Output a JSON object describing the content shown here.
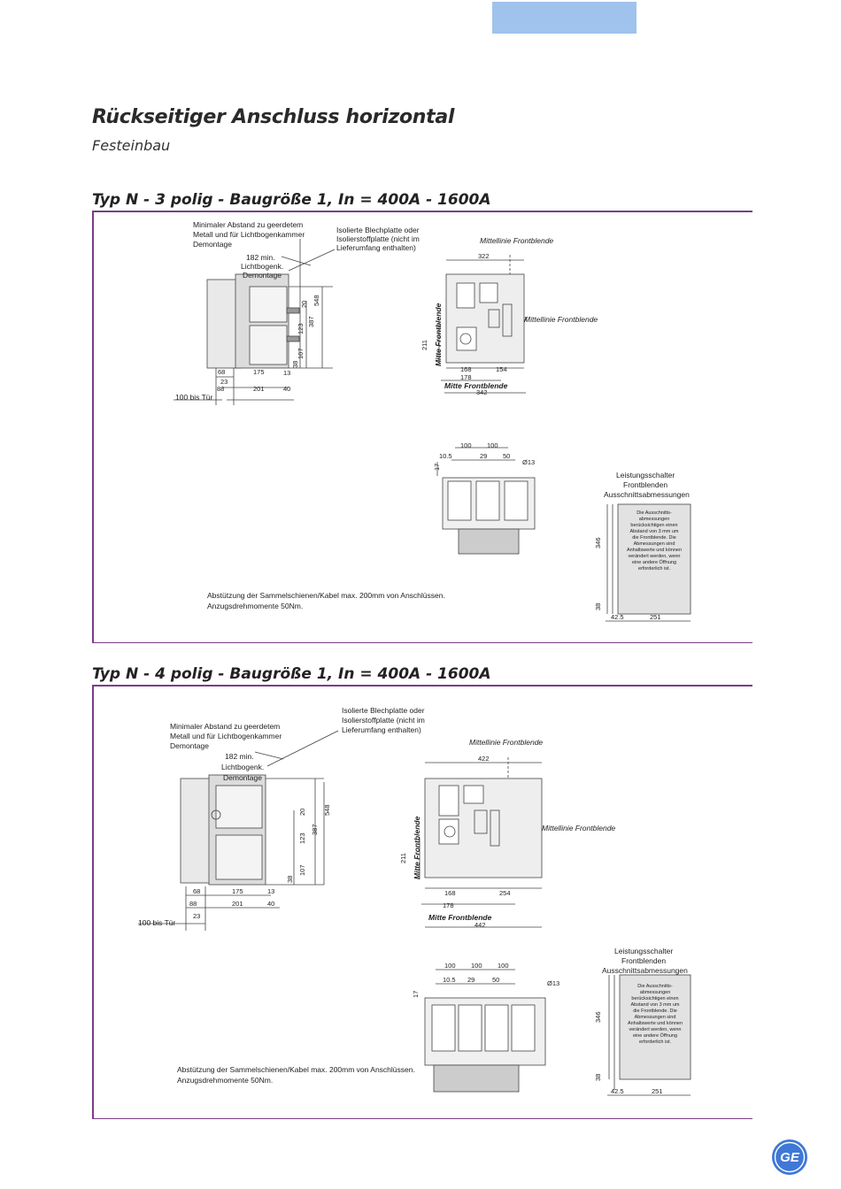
{
  "header": {
    "title": "Rückseitiger Anschluss horizontal",
    "subtitle": "Festeinbau"
  },
  "sections": [
    {
      "title": "Typ N - 3 polig - Baugröße 1, In = 400A - 1600A",
      "side_view": {
        "note_clearance": [
          "Minimaler Abstand zu geerdetem",
          "Metall und für Lichtbogenkammer",
          "Demontage"
        ],
        "note_arc": [
          "182 min.",
          "Lichtbogenk.",
          "Demontage"
        ],
        "note_plate": [
          "Isolierte Blechplatte oder",
          "Isolierstoffplatte (nicht im",
          "Lieferumfang enthalten)"
        ],
        "dims": [
          "548",
          "20",
          "387",
          "123",
          "107",
          "38",
          "68",
          "23",
          "88",
          "175",
          "13",
          "201",
          "40"
        ],
        "door": "100 bis Tür"
      },
      "front_view": {
        "centerline_top": "Mittellinie Frontblende",
        "centerline_right": "Mittellinie Frontblende",
        "width_top": "322",
        "height_left": "211",
        "mid_vertical": "Mitte Frontblende",
        "dims_bottom": [
          "168",
          "154",
          "178",
          "342"
        ],
        "mid_bottom": "Mitte  Frontblende"
      },
      "terminals": {
        "dims": [
          "100",
          "100",
          "10.5",
          "29",
          "50",
          "17"
        ],
        "hole": "Ø13"
      },
      "cutout": {
        "title": [
          "Leistungsschalter",
          "Frontblenden",
          "Ausschnittsabmessungen"
        ],
        "note": [
          "Die Ausschnitts-",
          "abmessungen",
          "berücksichtigen einen",
          "Abstand von 3 mm um",
          "die Frontblende. Die",
          "Abmessungen sind",
          "Anhaltswerte und können",
          "verändert werden, wenn",
          "eine andere Öffnung",
          "erforderlich ist."
        ],
        "dims": [
          "346",
          "38",
          "42.5",
          "251"
        ]
      },
      "support_note": [
        "Abstützung der Sammelschienen/Kabel max. 200mm von Anschlüssen.",
        "Anzugsdrehmomente 50Nm."
      ]
    },
    {
      "title": "Typ N - 4 polig - Baugröße 1, In = 400A - 1600A",
      "side_view": {
        "note_clearance": [
          "Minimaler Abstand zu geerdetem",
          "Metall und für Lichtbogenkammer",
          "Demontage"
        ],
        "note_arc": [
          "182 min.",
          "Lichtbogenk.",
          "Demontage"
        ],
        "note_plate": [
          "Isolierte Blechplatte oder",
          "Isolierstoffplatte (nicht im",
          "Lieferumfang enthalten)"
        ],
        "dims": [
          "548",
          "20",
          "387",
          "123",
          "107",
          "38",
          "68",
          "88",
          "23",
          "175",
          "13",
          "201",
          "40"
        ],
        "door": "100 bis Tür"
      },
      "front_view": {
        "centerline_top": "Mittellinie Frontblende",
        "centerline_right": "Mittellinie Frontblende",
        "width_top": "422",
        "height_left": "211",
        "mid_vertical": "Mitte Frontblende",
        "dims_bottom": [
          "168",
          "254",
          "178",
          "442"
        ],
        "mid_bottom": "Mitte Frontblende"
      },
      "terminals": {
        "dims": [
          "100",
          "100",
          "100",
          "10.5",
          "29",
          "50",
          "17"
        ],
        "hole": "Ø13"
      },
      "cutout": {
        "title": [
          "Leistungsschalter",
          "Frontblenden",
          "Ausschnittsabmessungen"
        ],
        "note": [
          "Die Ausschnitts-",
          "abmessungen",
          "berücksichtigen einen",
          "Abstand von 3 mm um",
          "die Frontblende. Die",
          "Abmessungen sind",
          "Anhaltswerte und können",
          "verändert werden, wenn",
          "eine andere Öffnung",
          "erforderlich ist."
        ],
        "dims": [
          "346",
          "38",
          "42.5",
          "251"
        ]
      },
      "support_note": [
        "Abstützung der Sammelschienen/Kabel max. 200mm von Anschlüssen.",
        "Anzugsdrehmomente 50Nm."
      ]
    }
  ],
  "footer": {
    "logo": "ge-logo",
    "logo_text": "GE"
  },
  "colors": {
    "frame": "#7b3d86",
    "tab": "#9fc3ec",
    "logo": "#3f78d6"
  }
}
